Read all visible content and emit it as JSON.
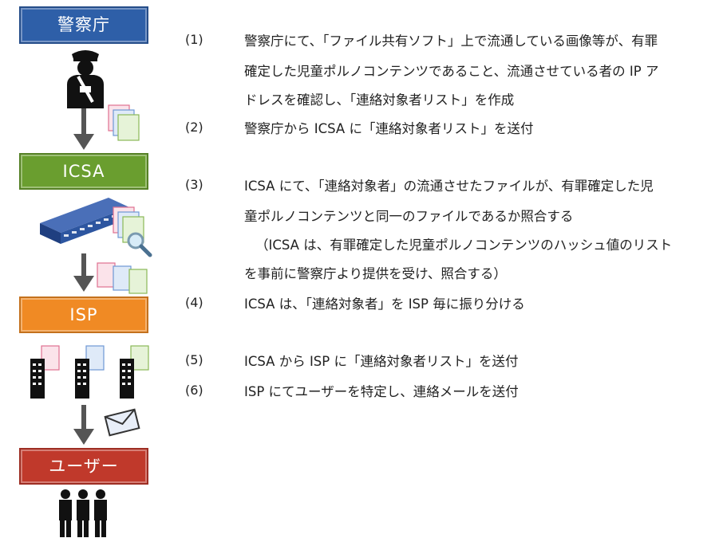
{
  "flow": {
    "box_police": "警察庁",
    "box_icsa": "ICSA",
    "box_isp": "ISP",
    "box_user": "ユーザー"
  },
  "colors": {
    "police": "#2e5fa8",
    "icsa": "#6a9e2f",
    "isp": "#f08a24",
    "user": "#c0392b"
  },
  "icons": [
    "police-officer-icon",
    "document-stack-icon",
    "building-icon",
    "magnifier-icon",
    "server-tower-icon",
    "envelope-icon",
    "users-group-icon"
  ],
  "steps": [
    {
      "num": "(1)",
      "lines": [
        "警察庁にて、「ファイル共有ソフト」上で流通している画像等が、有罪",
        "確定した児童ポルノコンテンツであること、流通させている者の IP ア",
        "ドレスを確認し、「連絡対象者リスト」を作成"
      ]
    },
    {
      "num": "(2)",
      "lines": [
        "警察庁から ICSA に「連絡対象者リスト」を送付"
      ]
    },
    {
      "num": "(3)",
      "lines": [
        "ICSA にて、「連絡対象者」の流通させたファイルが、有罪確定した児",
        "童ポルノコンテンツと同一のファイルであるか照合する",
        "（ICSA は、有罪確定した児童ポルノコンテンツのハッシュ値のリスト",
        "を事前に警察庁より提供を受け、照合する）"
      ]
    },
    {
      "num": "(4)",
      "lines": [
        "ICSA は、「連絡対象者」を ISP 毎に振り分ける"
      ]
    },
    {
      "num": "(5)",
      "lines": [
        "ICSA から ISP に「連絡対象者リスト」を送付"
      ]
    },
    {
      "num": "(6)",
      "lines": [
        "ISP にてユーザーを特定し、連絡メールを送付"
      ]
    }
  ]
}
